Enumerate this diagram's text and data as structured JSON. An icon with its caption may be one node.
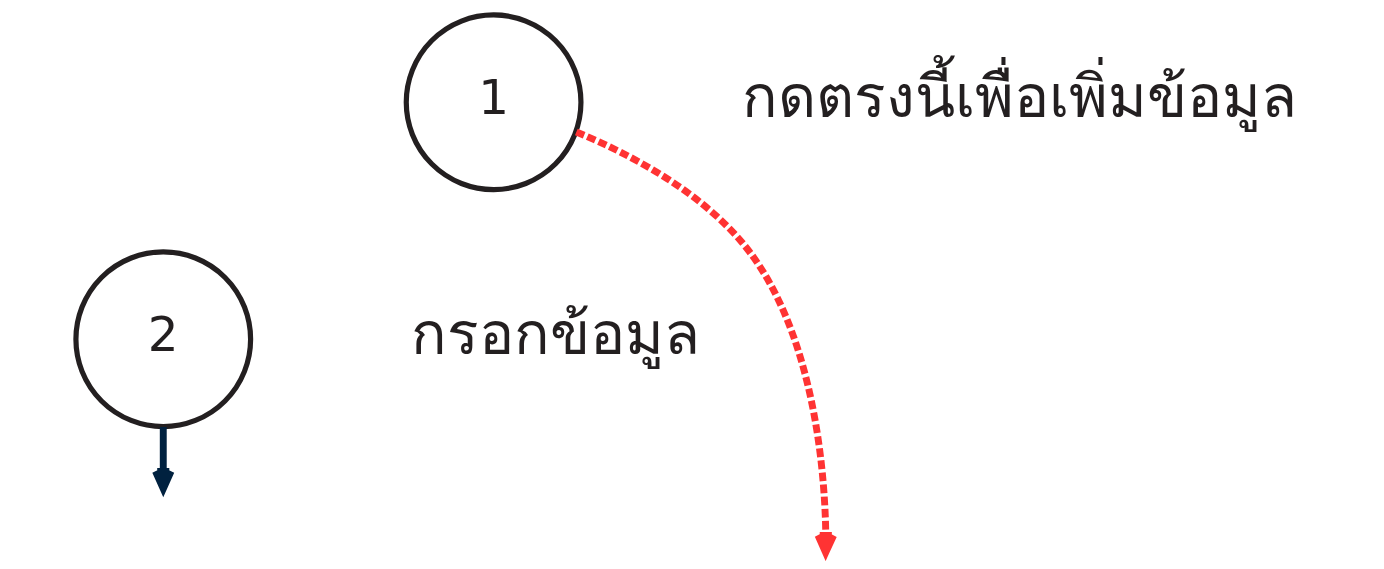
{
  "diagram": {
    "nodes": [
      {
        "text": [
          "1"
        ],
        "beside": [
          "กดตรงนี้เพื่อเพิ่มข้อมูล"
        ]
      },
      {
        "text": [
          "2"
        ],
        "beside": [
          "กรอกข้อมูล"
        ]
      }
    ],
    "edges": [
      {
        "from": 0,
        "to": null,
        "arrow": "to",
        "style": "dashed",
        "color": "#ff3333"
      },
      {
        "from": 1,
        "to": null,
        "arrow": "to",
        "color": "#00213f"
      }
    ]
  }
}
